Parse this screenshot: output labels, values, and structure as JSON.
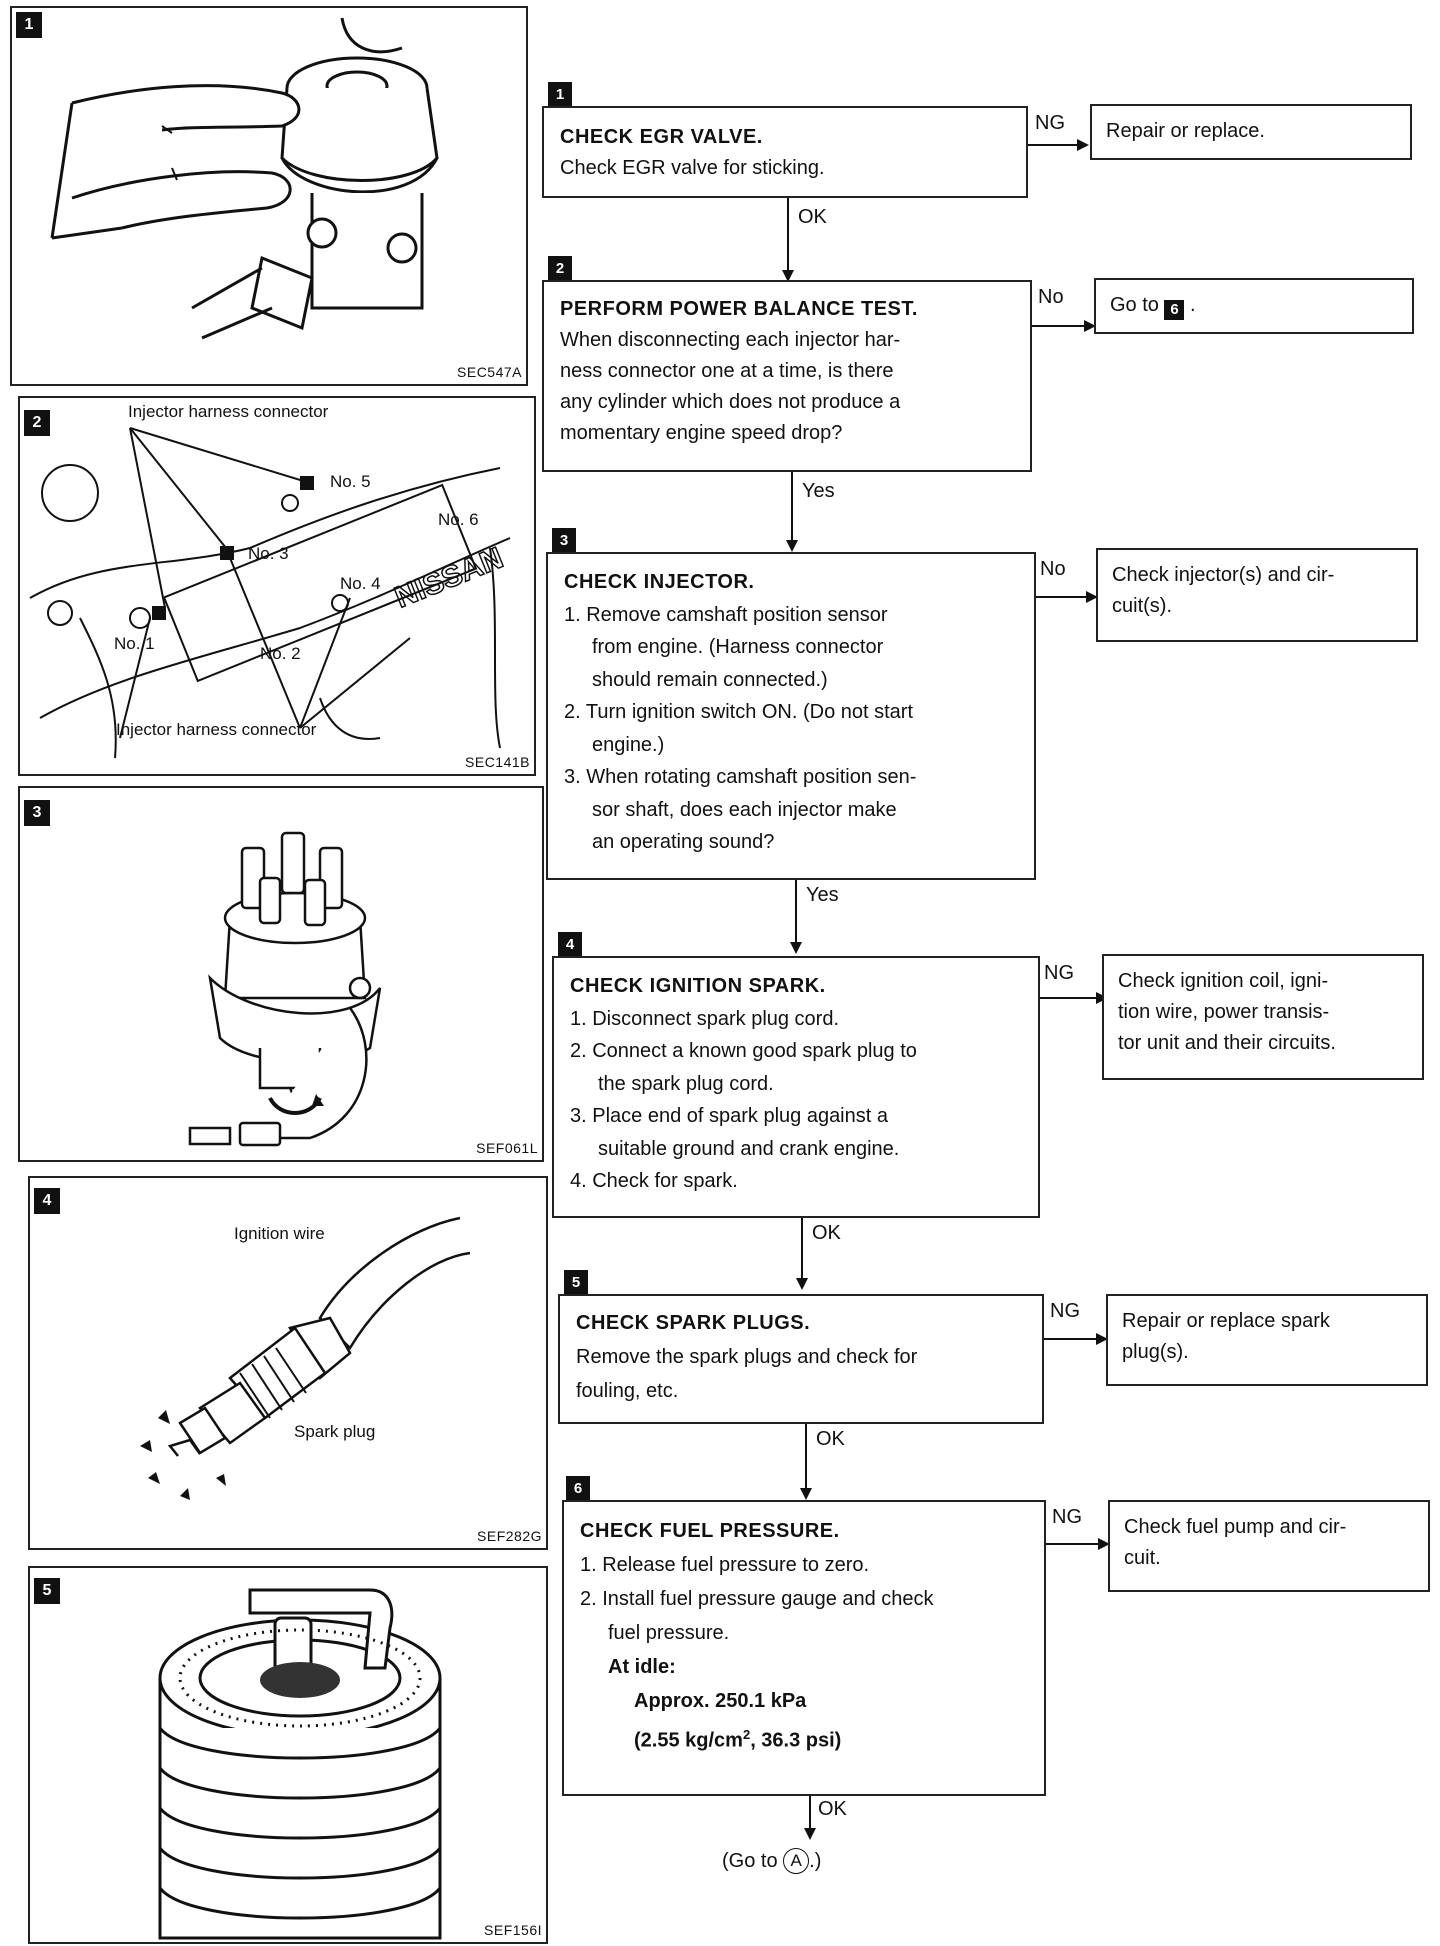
{
  "figures": [
    {
      "num": "1",
      "code": "SEC547A"
    },
    {
      "num": "2",
      "code": "SEC141B",
      "labels": {
        "top": "Injector harness connector",
        "bottom": "Injector harness connector",
        "no1": "No. 1",
        "no2": "No. 2",
        "no3": "No. 3",
        "no4": "No. 4",
        "no5": "No. 5",
        "no6": "No. 6",
        "brand": "NISSAN"
      }
    },
    {
      "num": "3",
      "code": "SEF061L"
    },
    {
      "num": "4",
      "code": "SEF282G",
      "labels": {
        "wire": "Ignition wire",
        "plug": "Spark plug"
      }
    },
    {
      "num": "5",
      "code": "SEF156I"
    }
  ],
  "steps": [
    {
      "num": "1",
      "title": "CHECK EGR VALVE.",
      "text": "Check EGR valve for sticking.",
      "branch": "NG",
      "result": "Repair or replace.",
      "next": "OK"
    },
    {
      "num": "2",
      "title": "PERFORM POWER BALANCE TEST.",
      "lines": [
        "When disconnecting each injector har-",
        "ness connector one at a time, is there",
        "any cylinder which does not produce a",
        "momentary engine speed drop?"
      ],
      "branch": "No",
      "result_prefix": "Go to",
      "result_ref": "6",
      "result_suffix": ".",
      "next": "Yes"
    },
    {
      "num": "3",
      "title": "CHECK INJECTOR.",
      "items": [
        [
          "1. Remove camshaft position sensor",
          "from engine. (Harness connector",
          "should remain connected.)"
        ],
        [
          "2. Turn ignition switch ON. (Do not start",
          "engine.)"
        ],
        [
          "3. When rotating camshaft position sen-",
          "sor shaft, does each injector make",
          "an operating sound?"
        ]
      ],
      "branch": "No",
      "result": [
        "Check injector(s) and cir-",
        "cuit(s)."
      ],
      "next": "Yes"
    },
    {
      "num": "4",
      "title": "CHECK IGNITION SPARK.",
      "items": [
        [
          "1. Disconnect spark plug cord."
        ],
        [
          "2. Connect a known good spark plug to",
          "the spark plug cord."
        ],
        [
          "3. Place end of spark plug against a",
          "suitable ground and crank engine."
        ],
        [
          "4. Check for spark."
        ]
      ],
      "branch": "NG",
      "result": [
        "Check ignition coil, igni-",
        "tion wire, power transis-",
        "tor unit and their circuits."
      ],
      "next": "OK"
    },
    {
      "num": "5",
      "title": "CHECK SPARK PLUGS.",
      "lines": [
        "Remove the spark plugs and check for",
        "fouling, etc."
      ],
      "branch": "NG",
      "result": [
        "Repair or replace spark",
        "plug(s)."
      ],
      "next": "OK"
    },
    {
      "num": "6",
      "title": "CHECK FUEL PRESSURE.",
      "items": [
        [
          "1. Release fuel pressure to zero."
        ],
        [
          "2. Install fuel pressure gauge and check",
          "fuel pressure."
        ]
      ],
      "spec_heading": "At idle:",
      "spec_line1": "Approx. 250.1 kPa",
      "spec_line2_pre": "(2.55 kg/cm",
      "spec_line2_sup": "2",
      "spec_line2_post": ", 36.3 psi)",
      "branch": "NG",
      "result": [
        "Check fuel pump and cir-",
        "cuit."
      ],
      "next": "OK"
    }
  ],
  "final": {
    "prefix": "(Go to",
    "ref": "A",
    "suffix": ".)"
  }
}
